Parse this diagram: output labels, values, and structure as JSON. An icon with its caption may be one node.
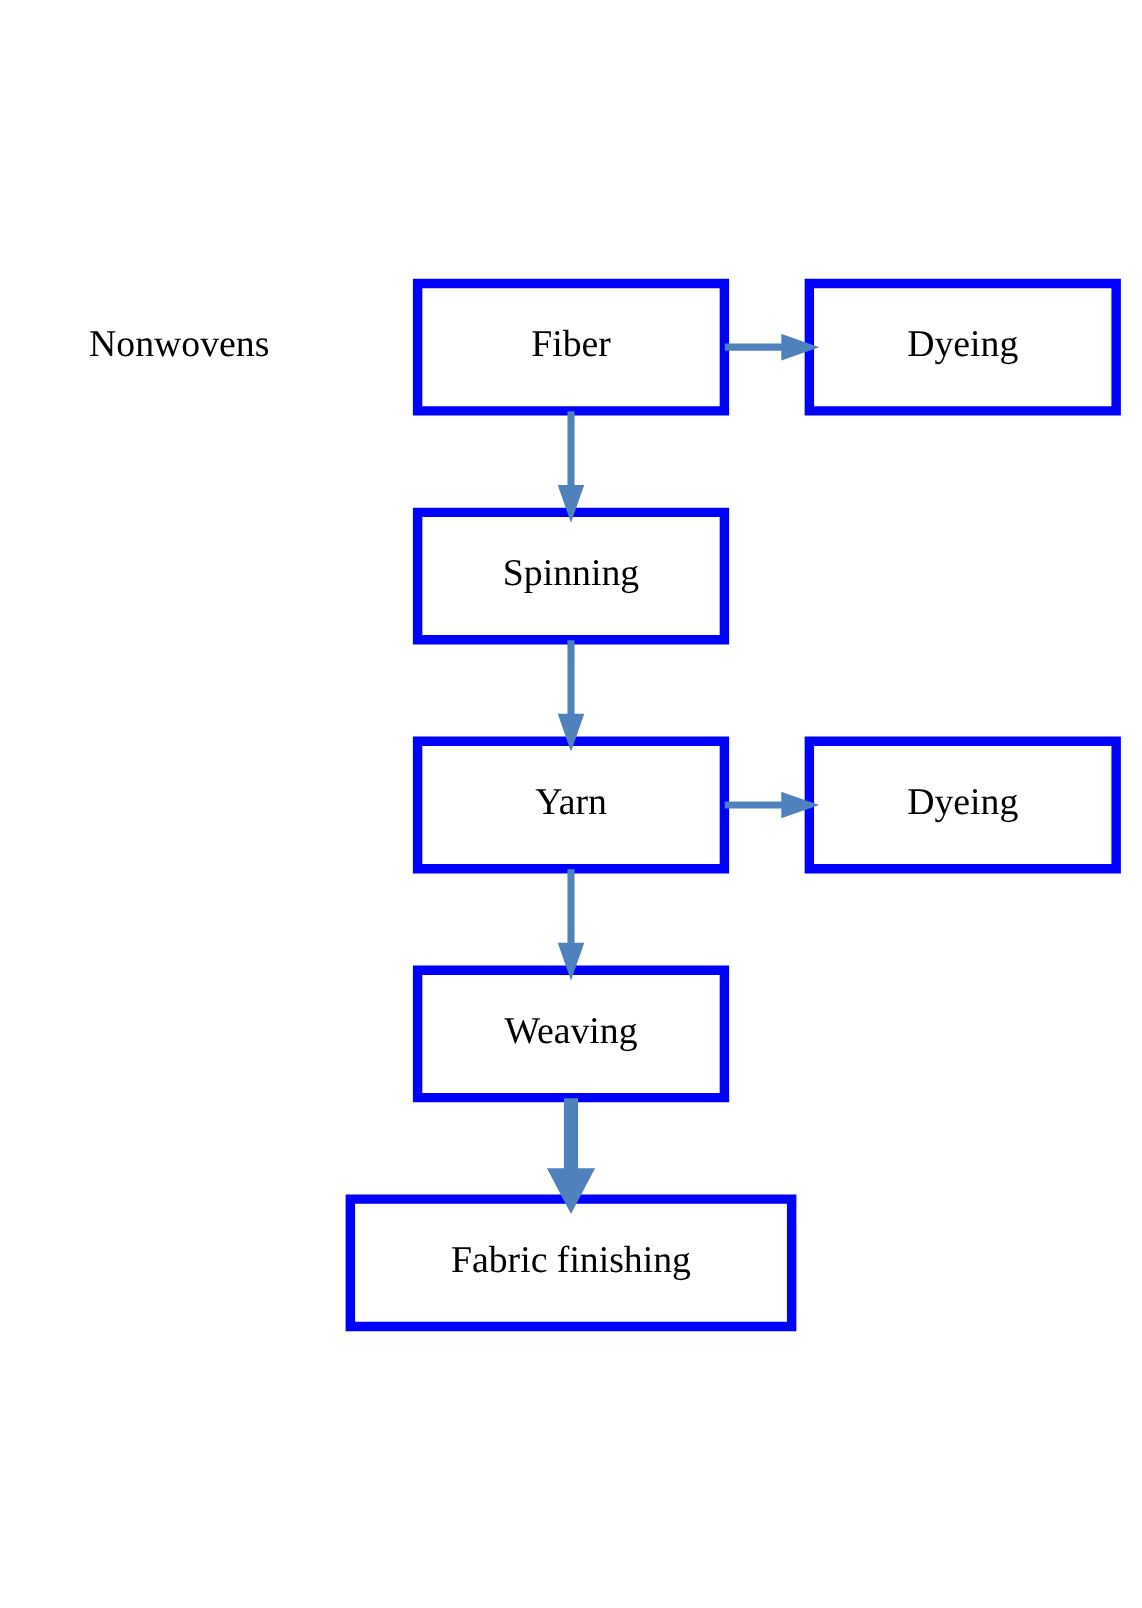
{
  "diagram": {
    "nodes": [
      {
        "text": [
          "Fiber"
        ]
      },
      {
        "text": [
          "Dyeing"
        ]
      },
      {
        "text": [
          "Spinning"
        ]
      },
      {
        "text": [
          "Yarn"
        ]
      },
      {
        "text": [
          "Dyeing"
        ]
      },
      {
        "text": [
          "Weaving"
        ]
      },
      {
        "text": [
          "Fabric finishing"
        ]
      }
    ],
    "edges": [
      {
        "from": 0,
        "to": 1,
        "arrow": "to"
      },
      {
        "from": 0,
        "to": 2,
        "arrow": "to"
      },
      {
        "from": 2,
        "to": 3,
        "arrow": "to"
      },
      {
        "from": 3,
        "to": 4,
        "arrow": "to"
      },
      {
        "from": 3,
        "to": 5,
        "arrow": "to"
      },
      {
        "from": 5,
        "to": 6,
        "arrow": "to",
        "style": "thick"
      }
    ],
    "labels": [
      "Nonwovens"
    ]
  }
}
